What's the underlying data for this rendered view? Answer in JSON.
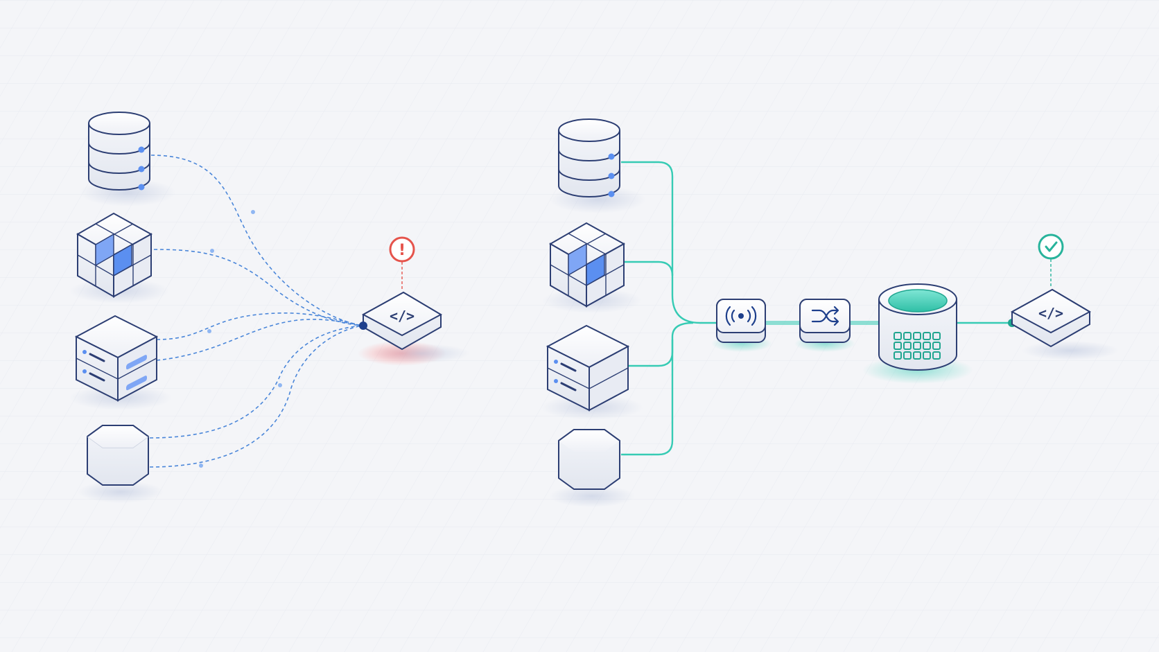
{
  "diagram": {
    "left_panel": {
      "sources": [
        {
          "kind": "database",
          "icon": "database-icon"
        },
        {
          "kind": "blocks",
          "icon": "cube-grid-icon"
        },
        {
          "kind": "server",
          "icon": "server-icon"
        },
        {
          "kind": "hexagon",
          "icon": "hexagon-icon"
        }
      ],
      "target": {
        "icon": "code-icon",
        "label": "</>"
      },
      "status": {
        "icon": "alert-icon",
        "glyph": "!",
        "state": "error"
      },
      "connection_style": "dashed"
    },
    "right_panel": {
      "sources": [
        {
          "kind": "database",
          "icon": "database-icon"
        },
        {
          "kind": "blocks",
          "icon": "cube-grid-icon"
        },
        {
          "kind": "server",
          "icon": "server-icon"
        },
        {
          "kind": "hexagon",
          "icon": "hexagon-icon"
        }
      ],
      "pipeline": [
        {
          "icon": "broadcast-icon"
        },
        {
          "icon": "shuffle-icon"
        },
        {
          "icon": "processor-cylinder-icon"
        }
      ],
      "target": {
        "icon": "code-icon",
        "label": "</>"
      },
      "status": {
        "icon": "check-icon",
        "state": "success"
      },
      "connection_style": "solid"
    },
    "colors": {
      "background": "#f4f5f8",
      "outline": "#2c3e73",
      "dashed_line": "#4a86d9",
      "accent_blue": "#5b8ff0",
      "teal": "#36cbb4",
      "teal_dark": "#1fa58f",
      "error": "#e5534b",
      "success": "#27b39b"
    }
  }
}
